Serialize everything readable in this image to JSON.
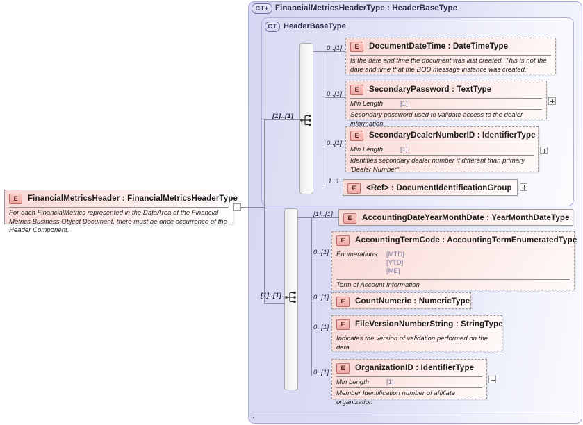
{
  "diagram": {
    "kind": "xsd-schema-diagram",
    "root_element": {
      "badge": "E",
      "title": "FinancialMetricsHeader : FinancialMetricsHeaderType",
      "documentation": "For each FinancialMetrics represented in the DataArea of the Financial Metrics Business Object Document, there must be once occurrence of the Header Component.",
      "toggle": "minus"
    },
    "outer_type": {
      "badge": "CT+",
      "title": "FinancialMetricsHeaderType : HeaderBaseType"
    },
    "inner_type": {
      "badge": "CT",
      "title": "HeaderBaseType"
    },
    "sequences": [
      {
        "name": "inner-sequence",
        "cardinality": "[1]..[1]"
      },
      {
        "name": "outer-sequence",
        "cardinality": "[1]..[1]"
      }
    ],
    "inner_elements": [
      {
        "badge": "E",
        "name": "DocumentDateTime : DateTimeType",
        "cardinality": "0..[1]",
        "facet_label": null,
        "facet_value": null,
        "documentation": "Is the date and time the document was last created. This is not the date and time that the BOD message instance was created.",
        "toggle": null
      },
      {
        "badge": "E",
        "name": "SecondaryPassword : TextType",
        "cardinality": "0..[1]",
        "facet_label": "Min Length",
        "facet_value": "[1]",
        "documentation": "Secondary password used to validate access to the dealer information",
        "toggle": "plus"
      },
      {
        "badge": "E",
        "name": "SecondaryDealerNumberID : IdentifierType",
        "cardinality": "0..[1]",
        "facet_label": "Min Length",
        "facet_value": "[1]",
        "documentation": "Identifies secondary dealer number if different than primary 'Dealer Number\"",
        "toggle": "plus"
      },
      {
        "badge": "E",
        "name": "<Ref>       : DocumentIdentificationGroup",
        "cardinality": "1..1",
        "facet_label": null,
        "facet_value": null,
        "documentation": null,
        "toggle": "plus"
      }
    ],
    "outer_elements": [
      {
        "badge": "E",
        "name": "AccountingDateYearMonthDate : YearMonthDateType",
        "cardinality": "[1]..[1]",
        "facet_label": null,
        "facet_value": null,
        "enumerations_label": null,
        "enumerations": [],
        "documentation": null,
        "toggle": null
      },
      {
        "badge": "E",
        "name": "AccountingTermCode : AccountingTermEnumeratedType",
        "cardinality": "0..[1]",
        "facet_label": null,
        "facet_value": null,
        "enumerations_label": "Enumerations",
        "enumerations": [
          "[MTD]",
          "[YTD]",
          "[ME]"
        ],
        "documentation": "Term of Account Information",
        "toggle": null
      },
      {
        "badge": "E",
        "name": "CountNumeric : NumericType",
        "cardinality": "0..[1]",
        "facet_label": null,
        "facet_value": null,
        "enumerations_label": null,
        "enumerations": [],
        "documentation": null,
        "toggle": null
      },
      {
        "badge": "E",
        "name": "FileVersionNumberString : StringType",
        "cardinality": "0..[1]",
        "facet_label": null,
        "facet_value": null,
        "enumerations_label": null,
        "enumerations": [],
        "documentation": "Indicates the version of validation performed on the data",
        "toggle": null
      },
      {
        "badge": "E",
        "name": "OrganizationID : IdentifierType",
        "cardinality": "0..[1]",
        "facet_label": "Min Length",
        "facet_value": "[1]",
        "enumerations_label": null,
        "enumerations": [],
        "documentation": "Member Identification number of affiliate organization",
        "toggle": "plus"
      }
    ],
    "colors": {
      "frame_border": "#aaaad8",
      "frame_fill": "#dcddf4",
      "element_fill": "#fbe2df",
      "element_border": "#9a9a9a",
      "badge_border": "#c16b68",
      "connector": "#8a8a9c",
      "enum_text": "#7b7ba4"
    }
  }
}
